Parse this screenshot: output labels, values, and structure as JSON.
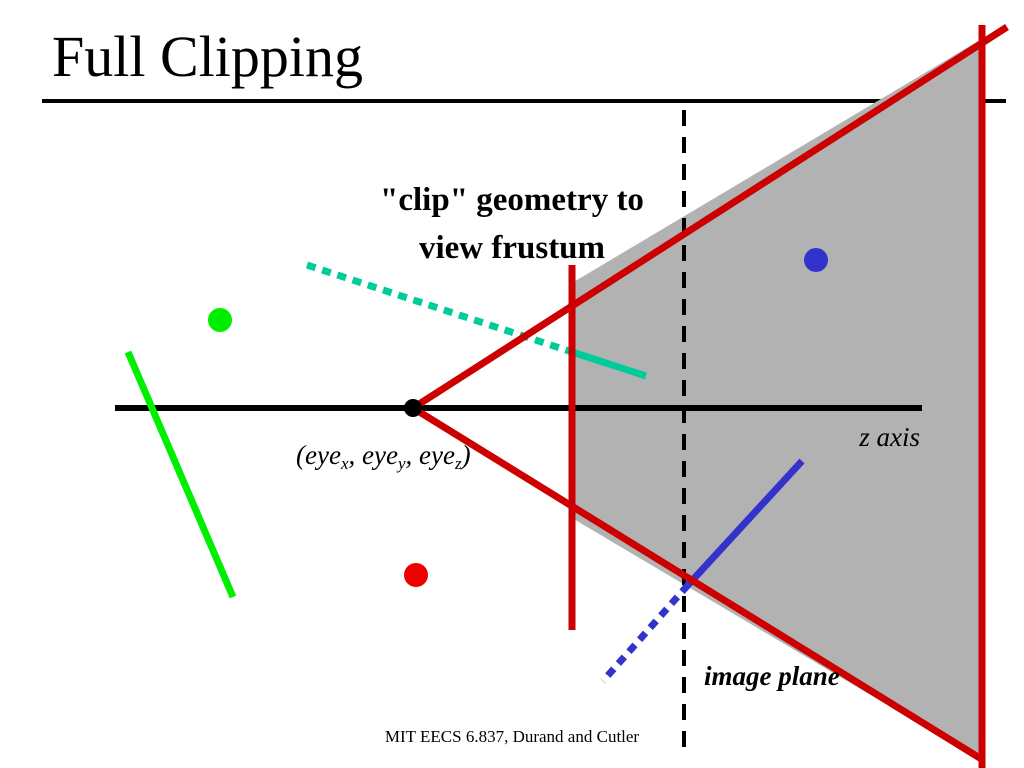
{
  "slide": {
    "title": "Full Clipping",
    "caption_line1": "\"clip\" geometry to",
    "caption_line2": "view frustum",
    "eye_label": {
      "open": "(",
      "eye": "eye",
      "sub_x": "x",
      "sep": ", ",
      "sub_y": "y",
      "sub_z": "z",
      "close": ")"
    },
    "z_axis_label": "z axis",
    "image_plane_label": "image plane",
    "footer": "MIT EECS 6.837, Durand and Cutler"
  },
  "colors": {
    "frustum_fill": "#b2b2b2",
    "frustum_edge": "#cc0000",
    "axis": "#000000",
    "green": "#00ee00",
    "blue": "#3333cc",
    "teal": "#00cc99",
    "red_point": "#ee0000"
  },
  "icons": {
    "eye": "eye-point"
  }
}
